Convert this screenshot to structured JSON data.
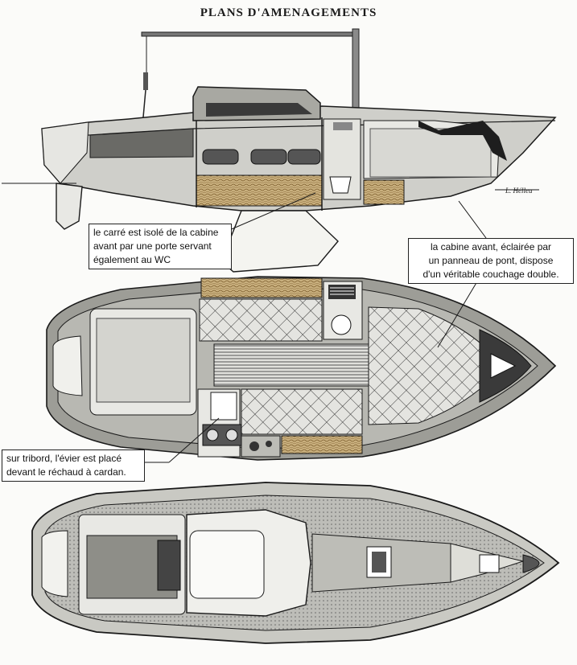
{
  "title": "PLANS D'AMENAGEMENTS",
  "signature": "L. Hélleu",
  "callouts": {
    "saloon": "le carré est isolé de la cabine\navant par une porte servant\négalement au WC",
    "forward_cabin": "la cabine avant, éclairée par\nun panneau de pont, dispose\nd'un véritable couchage double.",
    "galley": "sur tribord, l'évier est placé\ndevant le réchaud à cardan."
  },
  "colors": {
    "ink": "#1a1a1a",
    "hull_shade": "#9a9a9a",
    "dark_shade": "#555555",
    "wood": "#b89a6a",
    "paper": "#fbfbf9"
  }
}
